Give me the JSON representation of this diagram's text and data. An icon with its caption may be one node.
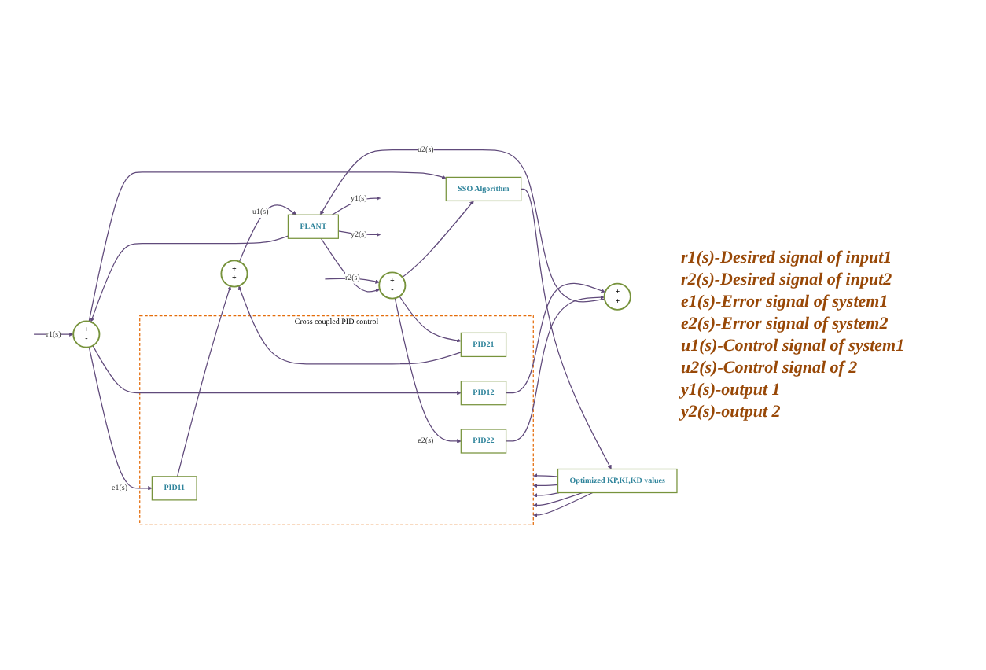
{
  "diagram": {
    "nodes": [
      {
        "text": [
          "+",
          "-"
        ]
      },
      {
        "text": [
          "Cross coupled PID control"
        ]
      },
      {
        "text": [
          "PID11"
        ],
        "in": 1
      },
      {
        "text": [
          "PID21"
        ],
        "in": 1
      },
      {
        "text": [
          "PID12"
        ],
        "in": 1
      },
      {
        "text": [
          "PID22"
        ],
        "in": 1
      },
      {
        "text": [
          "+",
          "+"
        ]
      },
      {
        "text": [
          "PLANT"
        ]
      },
      {
        "text": [
          "+",
          "-"
        ]
      },
      {
        "text": [
          "+",
          "+"
        ]
      },
      {
        "text": [
          "Optimized KP,KI,KD values"
        ]
      },
      {
        "text": [
          "SSO Algorithm"
        ]
      }
    ],
    "edges": [
      {
        "from": null,
        "to": 0,
        "arrow": "to",
        "label": "r1(s)"
      },
      {
        "from": 0,
        "to": 2,
        "arrow": "to",
        "label": "e1(s)"
      },
      {
        "from": 0,
        "to": 4,
        "arrow": "to"
      },
      {
        "from": 0,
        "to": 11,
        "arrow": "to"
      },
      {
        "from": null,
        "to": 8,
        "arrow": "to",
        "label": "r2(s)"
      },
      {
        "from": 8,
        "to": 5,
        "arrow": "to",
        "label": "e2(s)"
      },
      {
        "from": 8,
        "to": 3,
        "arrow": "to"
      },
      {
        "from": 8,
        "to": 11,
        "arrow": "to"
      },
      {
        "from": 2,
        "to": 6,
        "arrow": "to"
      },
      {
        "from": 3,
        "to": 6,
        "arrow": "to"
      },
      {
        "from": 4,
        "to": 9,
        "arrow": "to"
      },
      {
        "from": 5,
        "to": 9,
        "arrow": "to"
      },
      {
        "from": 6,
        "to": 7,
        "arrow": "to",
        "label": "u1(s)"
      },
      {
        "from": 9,
        "to": 7,
        "arrow": "to",
        "label": "u2(s)"
      },
      {
        "from": 7,
        "to": null,
        "arrow": "to",
        "label": "y1(s)"
      },
      {
        "from": 7,
        "to": null,
        "arrow": "to",
        "label": "y2(s)"
      },
      {
        "from": 7,
        "to": 0,
        "arrow": "to"
      },
      {
        "from": 7,
        "to": 8,
        "arrow": "to"
      },
      {
        "from": 11,
        "to": 10,
        "arrow": "to"
      },
      {
        "from": 10,
        "to": 1,
        "arrow": "to"
      },
      {
        "from": 10,
        "to": 1,
        "arrow": "to"
      },
      {
        "from": 10,
        "to": 1,
        "arrow": "to"
      },
      {
        "from": 10,
        "to": 1,
        "arrow": "to"
      },
      {
        "from": 10,
        "to": 1,
        "arrow": "to"
      }
    ],
    "labels": [
      "r1(s)-Desired signal of input1",
      "r2(s)-Desired signal of input2",
      "e1(s)-Error signal of system1",
      "e2(s)-Error signal of system2",
      "u1(s)-Control signal of system1",
      "u2(s)-Control signal of 2",
      "y1(s)-output 1",
      "y2(s)-output 2"
    ]
  }
}
